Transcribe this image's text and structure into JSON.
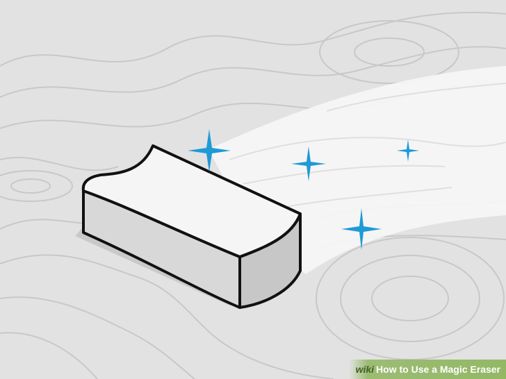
{
  "illustration": {
    "subject": "magic-eraser-sponge",
    "colors": {
      "background": "#e2e2e2",
      "contour_lines": "#c9c9c9",
      "clean_trail": "#f7f7f7",
      "sponge_top": "#f6f6f6",
      "sponge_side": "#d6d6d6",
      "sponge_end": "#c6c6c6",
      "outline": "#111111",
      "sparkle": "#1e9ad6"
    },
    "sparkle_count": 4
  },
  "watermark": {
    "brand": "wiki",
    "title": "How to Use a Magic Eraser"
  }
}
